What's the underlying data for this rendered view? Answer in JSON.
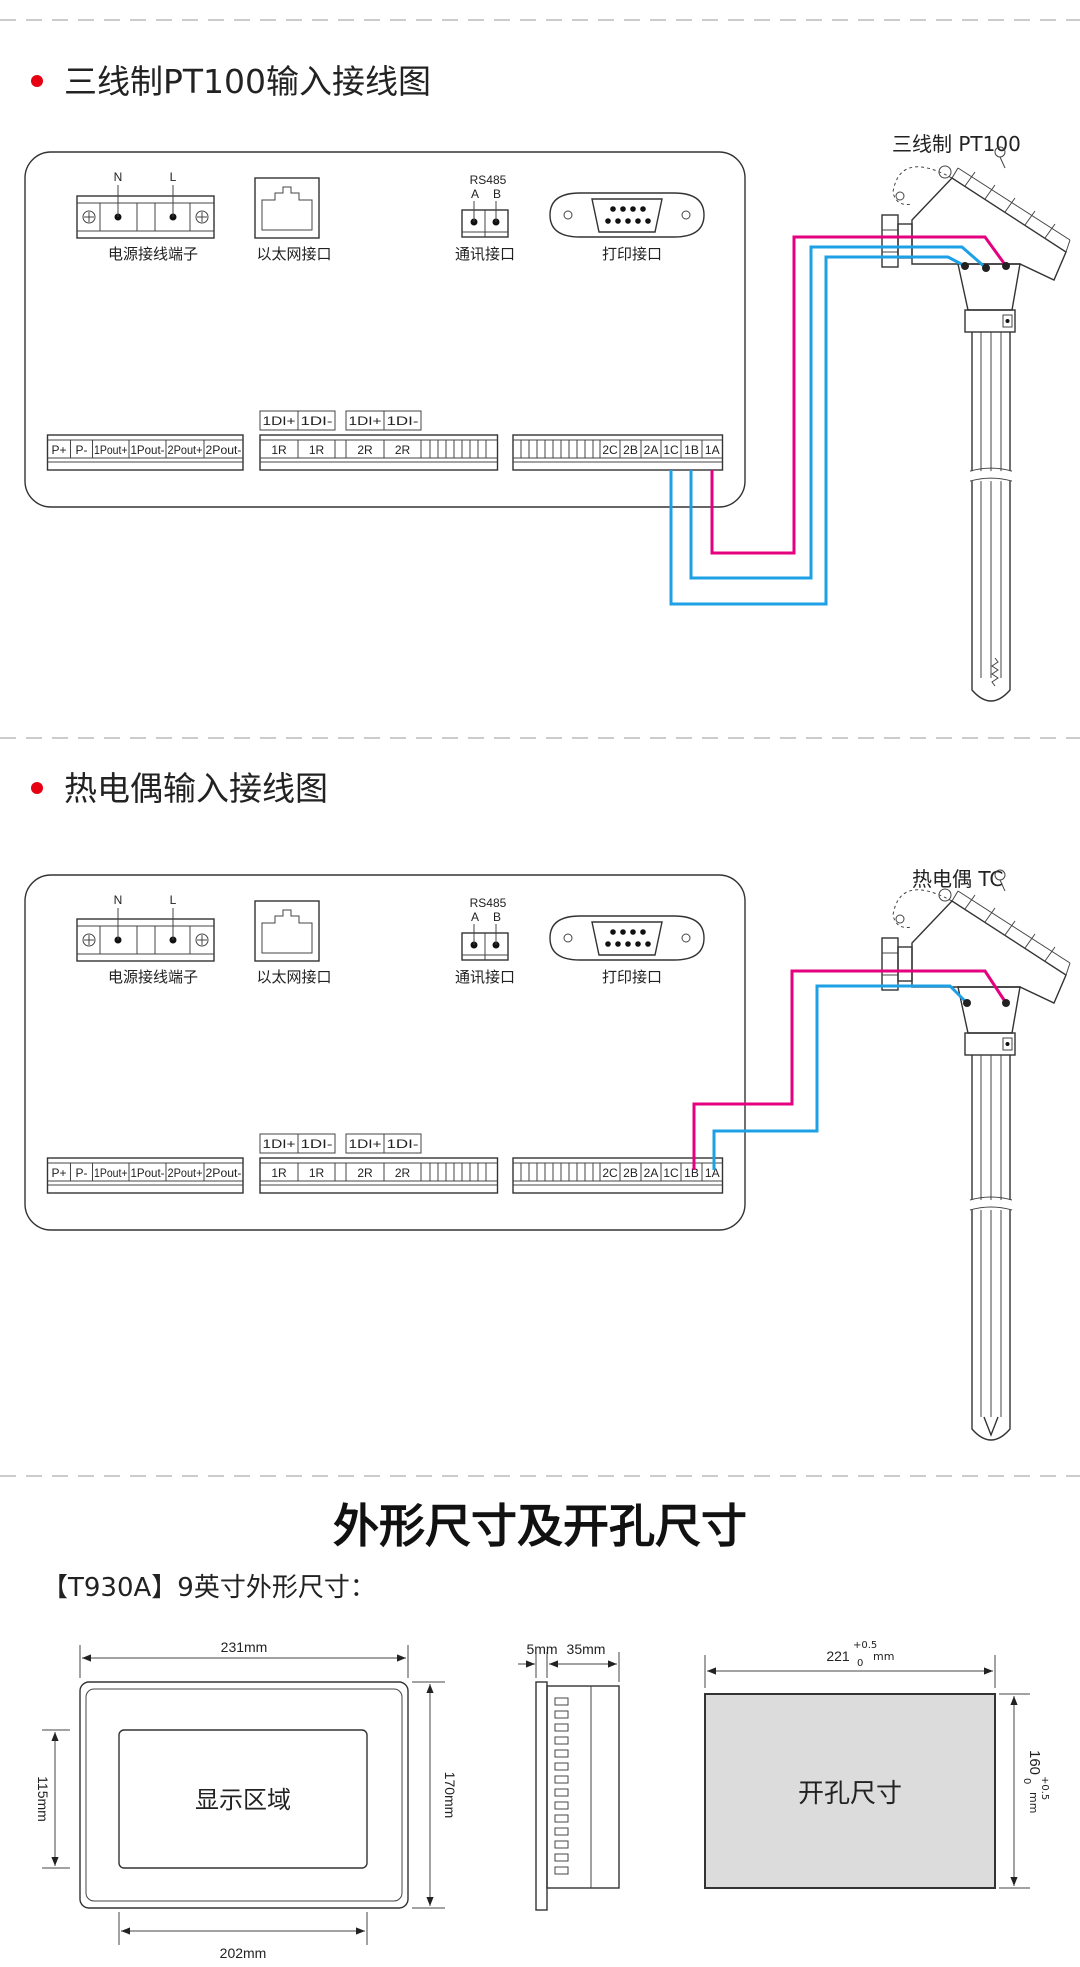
{
  "sections": [
    {
      "title": "三线制PT100输入接线图",
      "sensor_label": "三线制 PT100"
    },
    {
      "title": "热电偶输入接线图",
      "sensor_label": "热电偶 TC"
    }
  ],
  "panel": {
    "power": {
      "n": "N",
      "l": "L",
      "label": "电源接线端子"
    },
    "ethernet_label": "以太网接口",
    "rs485": {
      "title": "RS485",
      "a": "A",
      "b": "B",
      "label": "通讯接口"
    },
    "print_label": "打印接口",
    "block1": [
      "P+",
      "P-",
      "1Pout+",
      "1Pout-",
      "2Pout+",
      "2Pout-"
    ],
    "block2": [
      "1R",
      "1R",
      "",
      "2R",
      "2R"
    ],
    "di": [
      "1DI+",
      "1DI-",
      "1DI+",
      "1DI-"
    ],
    "block3": [
      "2C",
      "2B",
      "2A",
      "1C",
      "1B",
      "1A"
    ]
  },
  "dimensions": {
    "title": "外形尺寸及开孔尺寸",
    "subtitle": "【T930A】9英寸外形尺寸：",
    "front": {
      "width": "231mm",
      "height": "170mm",
      "display_height": "115mm",
      "display_width": "202mm",
      "display_label": "显示区域"
    },
    "side": {
      "bezel": "5mm",
      "depth": "35mm"
    },
    "cutout": {
      "width": "221",
      "height": "160",
      "tol_upper": "+0.5",
      "tol_lower": "0",
      "unit": "mm",
      "label": "开孔尺寸"
    }
  },
  "colors": {
    "bullet": "#e60012",
    "wire_pink": "#e4007f",
    "wire_blue": "#1ea0e6",
    "cutout_fill": "#dcdcdc"
  }
}
